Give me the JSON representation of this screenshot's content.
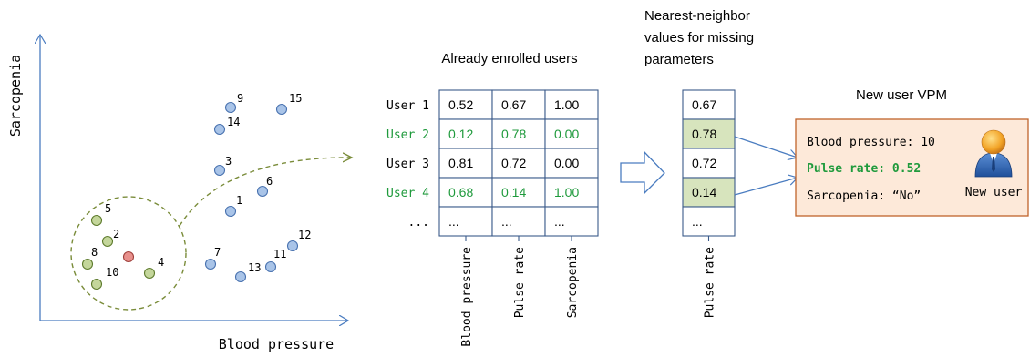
{
  "scatter": {
    "x_axis_label": "Blood pressure",
    "y_axis_label": "Sarcopenia",
    "points": [
      {
        "label": "1",
        "group": "blue"
      },
      {
        "label": "2",
        "group": "green"
      },
      {
        "label": "3",
        "group": "blue"
      },
      {
        "label": "4",
        "group": "green"
      },
      {
        "label": "5",
        "group": "green"
      },
      {
        "label": "6",
        "group": "blue"
      },
      {
        "label": "7",
        "group": "blue"
      },
      {
        "label": "8",
        "group": "green"
      },
      {
        "label": "9",
        "group": "blue"
      },
      {
        "label": "10",
        "group": "green"
      },
      {
        "label": "11",
        "group": "blue"
      },
      {
        "label": "12",
        "group": "blue"
      },
      {
        "label": "13",
        "group": "blue"
      },
      {
        "label": "14",
        "group": "blue"
      },
      {
        "label": "15",
        "group": "blue"
      },
      {
        "label": "",
        "group": "red"
      }
    ]
  },
  "enrolled": {
    "title": "Already enrolled users",
    "rows": [
      {
        "label": "User 1",
        "values": [
          "0.52",
          "0.67",
          "1.00"
        ],
        "highlight": false
      },
      {
        "label": "User 2",
        "values": [
          "0.12",
          "0.78",
          "0.00"
        ],
        "highlight": true
      },
      {
        "label": "User 3",
        "values": [
          "0.81",
          "0.72",
          "0.00"
        ],
        "highlight": false
      },
      {
        "label": "User 4",
        "values": [
          "0.68",
          "0.14",
          "1.00"
        ],
        "highlight": true
      },
      {
        "label": "...",
        "values": [
          "...",
          "...",
          "..."
        ],
        "highlight": false
      }
    ],
    "columns": [
      "Blood pressure",
      "Pulse rate",
      "Sarcopenia"
    ]
  },
  "neighbor": {
    "title_lines": [
      "Nearest-neighbor",
      "values for missing",
      "parameters"
    ],
    "values": [
      "0.67",
      "0.78",
      "0.72",
      "0.14",
      "..."
    ],
    "highlighted": [
      false,
      true,
      false,
      true,
      false
    ],
    "column": "Pulse rate"
  },
  "new_user": {
    "title": "New user VPM",
    "lines": [
      {
        "text": "Blood pressure: 10",
        "highlight": false
      },
      {
        "text": "Pulse rate: 0.52",
        "highlight": true
      },
      {
        "text": "Sarcopenia: “No”",
        "highlight": false
      }
    ],
    "caption": "New user",
    "icon": "user-avatar-icon"
  },
  "colors": {
    "axis": "#4a7cc0",
    "blue_point": "#a9c4e8",
    "blue_point_stroke": "#4a73b0",
    "green_point": "#c4d69b",
    "green_point_stroke": "#5f7c2e",
    "red_point": "#e8908c",
    "red_point_stroke": "#a0403c",
    "highlight_text": "#1f9a3c",
    "table_border": "#3b5b8a",
    "cell_highlight": "#d7e4bd",
    "box_fill": "#fde9d9",
    "box_border": "#c0632b",
    "dashed": "#7a8c3a"
  }
}
